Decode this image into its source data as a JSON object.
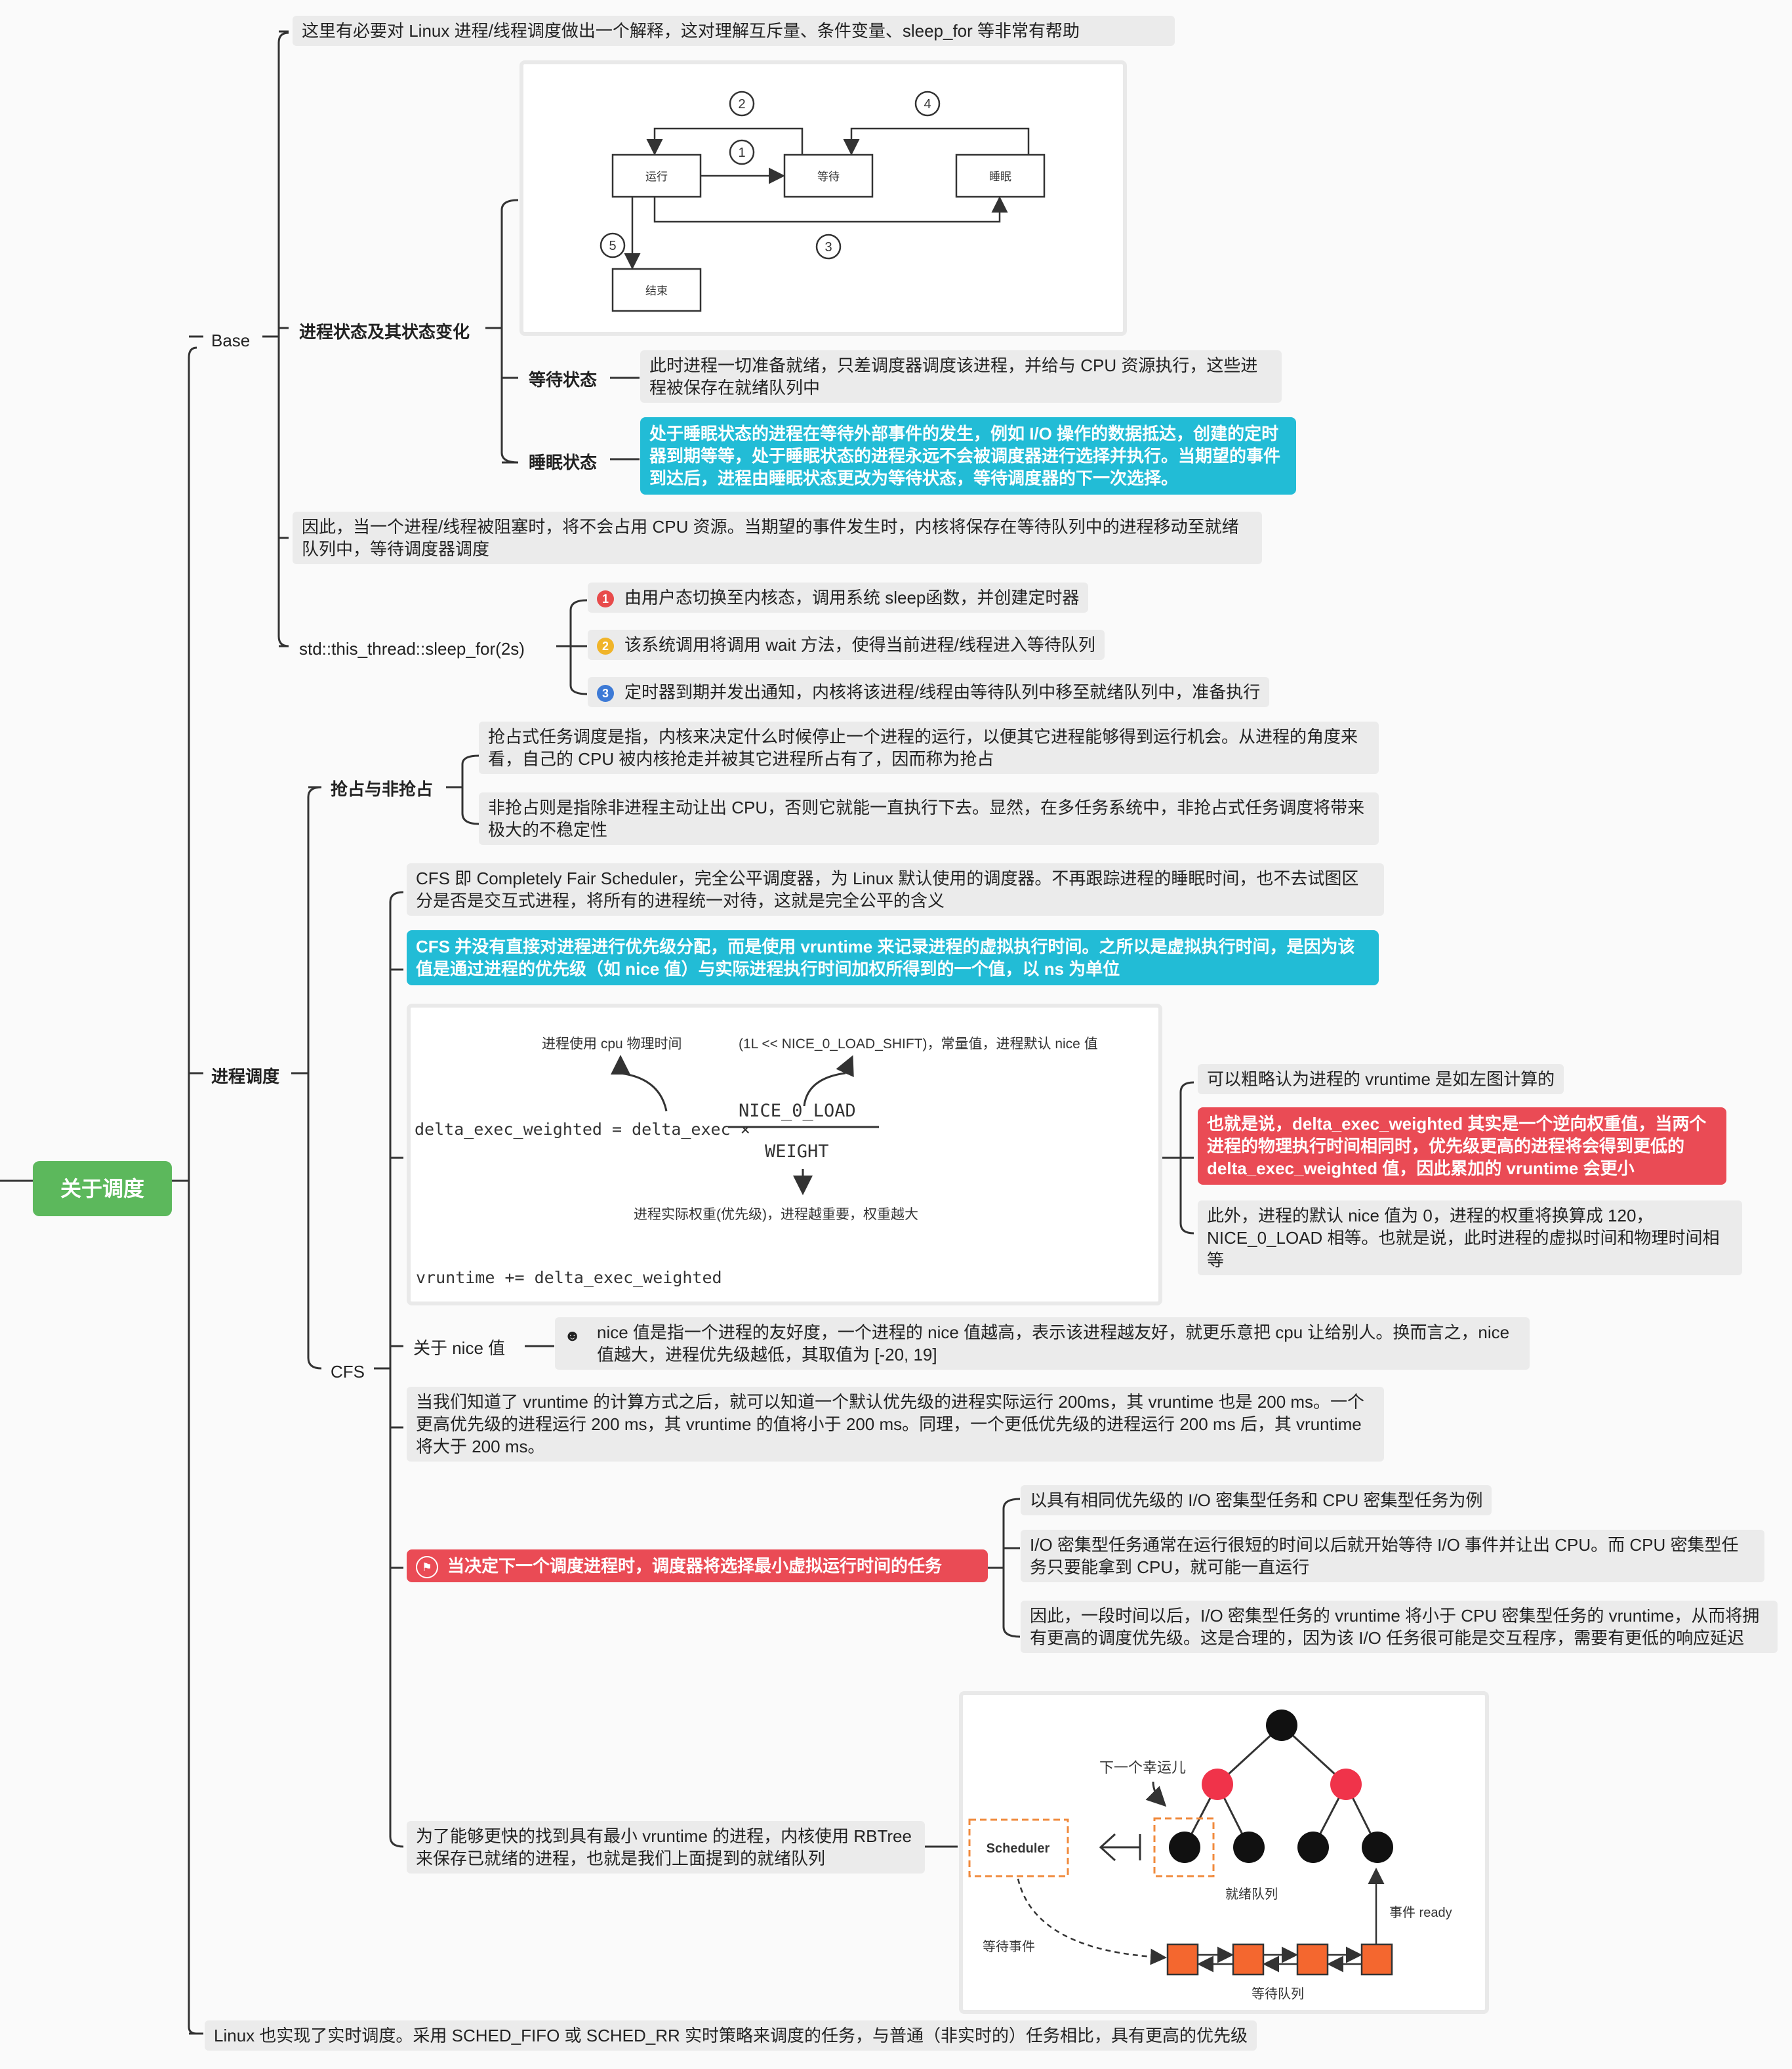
{
  "root": "关于调度",
  "base": {
    "label": "Base",
    "intro": "这里有必要对 Linux 进程/线程调度做出一个解释，这对理解互斥量、条件变量、sleep_for 等非常有帮助",
    "states_label": "进程状态及其状态变化",
    "state_diagram": {
      "nodes": [
        "运行",
        "等待",
        "睡眠",
        "结束"
      ],
      "numbers": [
        "1",
        "2",
        "3",
        "4",
        "5"
      ]
    },
    "waiting_label": "等待状态",
    "waiting_text": "此时进程一切准备就绪，只差调度器调度该进程，并给与 CPU 资源执行，这些进程被保存在就绪队列中",
    "sleeping_label": "睡眠状态",
    "sleeping_text": "处于睡眠状态的进程在等待外部事件的发生，例如 I/O 操作的数据抵达，创建的定时器到期等等，处于睡眠状态的进程永远不会被调度器进行选择并执行。当期望的事件到达后，进程由睡眠状态更改为等待状态，等待调度器的下一次选择。",
    "blocked_text": "因此，当一个进程/线程被阻塞时，将不会占用 CPU 资源。当期望的事件发生时，内核将保存在等待队列中的进程移动至就绪队列中，等待调度器调度",
    "sleep_for_label": "std::this_thread::sleep_for(2s)",
    "sleep_steps": [
      {
        "num": "1",
        "color": "#e84b4b",
        "text": "由用户态切换至内核态，调用系统 sleep函数，并创建定时器"
      },
      {
        "num": "2",
        "color": "#f0b429",
        "text": "该系统调用将调用 wait 方法，使得当前进程/线程进入等待队列"
      },
      {
        "num": "3",
        "color": "#3d7ad6",
        "text": "定时器到期并发出通知，内核将该进程/线程由等待队列中移至就绪队列中，准备执行"
      }
    ]
  },
  "sched": {
    "label": "进程调度",
    "preempt_label": "抢占与非抢占",
    "preempt_text": "抢占式任务调度是指，内核来决定什么时候停止一个进程的运行，以便其它进程能够得到运行机会。从进程的角度来看，自己的 CPU 被内核抢走并被其它进程所占有了，因而称为抢占",
    "nonpreempt_text": "非抢占则是指除非进程主动让出 CPU，否则它就能一直执行下去。显然，在多任务系统中，非抢占式任务调度将带来极大的不稳定性",
    "cfs_label": "CFS",
    "cfs_intro": "CFS 即 Completely Fair Scheduler，完全公平调度器，为 Linux 默认使用的调度器。不再跟踪进程的睡眠时间，也不去试图区分是否是交互式进程，将所有的进程统一对待，这就是完全公平的含义",
    "cfs_vruntime": "CFS 并没有直接对进程进行优先级分配，而是使用 vruntime 来记录进程的虚拟执行时间。之所以是虚拟执行时间，是因为该值是通过进程的优先级（如 nice 值）与实际进程执行时间加权所得到的一个值，以 ns 为单位",
    "formula": {
      "cpu_time_note": "进程使用 cpu 物理时间",
      "const_note": "(1L << NICE_0_LOAD_SHIFT)，常量值，进程默认 nice 值",
      "lhs": "delta_exec_weighted = delta_exec ×",
      "numerator": "NICE_0_LOAD",
      "denominator": "WEIGHT",
      "weight_note": "进程实际权重(优先级)，进程越重要，权重越大",
      "update": "vruntime += delta_exec_weighted"
    },
    "formula_note1": "可以粗略认为进程的 vruntime 是如左图计算的",
    "formula_note2": "也就是说，delta_exec_weighted 其实是一个逆向权重值，当两个进程的物理执行时间相同时，优先级更高的进程将会得到更低的delta_exec_weighted 值，因此累加的 vruntime 会更小",
    "formula_note3": "此外，进程的默认 nice 值为 0，进程的权重将换算成 120，NICE_0_LOAD 相等。也就是说，此时进程的虚拟时间和物理时间相等",
    "nice_label": "关于 nice 值",
    "nice_text": "nice 值是指一个进程的友好度，一个进程的 nice 值越高，表示该进程越友好，就更乐意把 cpu 让给别人。换而言之，nice 值越大，进程优先级越低，其取值为 [-20, 19]",
    "vruntime_example": "当我们知道了 vruntime 的计算方式之后，就可以知道一个默认优先级的进程实际运行 200ms，其 vruntime 也是 200 ms。一个更高优先级的进程运行 200 ms，其 vruntime 的值将小于 200 ms。同理，一个更低优先级的进程运行 200 ms 后，其 vruntime 将大于 200 ms。",
    "pick_label": "当决定下一个调度进程时，调度器将选择最小虚拟运行时间的任务",
    "pick_sub1": "以具有相同优先级的 I/O 密集型任务和 CPU 密集型任务为例",
    "pick_sub2": "I/O 密集型任务通常在运行很短的时间以后就开始等待 I/O 事件并让出 CPU。而 CPU 密集型任务只要能拿到 CPU，就可能一直运行",
    "pick_sub3": "因此，一段时间以后，I/O 密集型任务的 vruntime 将小于 CPU 密集型任务的 vruntime，从而将拥有更高的调度优先级。这是合理的，因为该 I/O 任务很可能是交互程序，需要有更低的响应延迟",
    "rbtree_text": "为了能够更快的找到具有最小 vruntime 的进程，内核使用 RBTree 来保存已就绪的进程，也就是我们上面提到的就绪队列",
    "rbtree_diagram": {
      "next_lucky": "下一个幸运儿",
      "scheduler": "Scheduler",
      "ready_queue": "就绪队列",
      "event_ready": "事件 ready",
      "wait_event": "等待事件",
      "wait_queue": "等待队列"
    }
  },
  "realtime": "Linux 也实现了实时调度。采用 SCHED_FIFO 或 SCHED_RR 实时策略来调度的任务，与普通（非实时的）任务相比，具有更高的优先级",
  "colors": {
    "cyan": "#22bcd6",
    "red": "#ea4b55",
    "green": "#5cb85c",
    "tree_red": "#f0334a",
    "queue_orange": "#f4672f"
  }
}
